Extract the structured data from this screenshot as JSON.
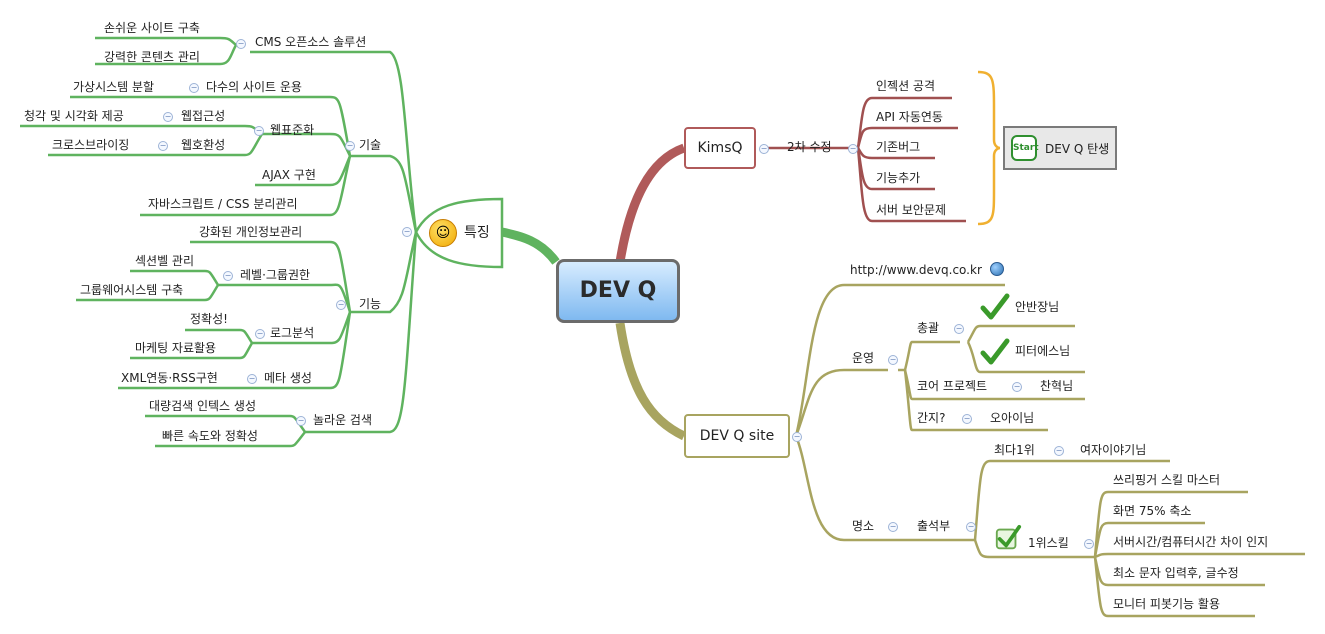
{
  "center": {
    "label": "DEV Q"
  },
  "kimsq": {
    "label": "KimsQ",
    "sub": "2차 수정",
    "items": [
      "인젝션 공격",
      "API 자동연동",
      "기존버그",
      "기능추가",
      "서버 보안문제"
    ],
    "callout": {
      "icon": "start-icon",
      "icon_text": "Start",
      "label": "DEV Q 탄생"
    }
  },
  "site": {
    "label": "DEV Q site",
    "url": "http://www.devq.co.kr",
    "url_icon": "globe-icon",
    "ops": {
      "label": "운영",
      "chief": {
        "label": "총괄",
        "people": [
          "안반장님",
          "피터에스님"
        ]
      },
      "core": {
        "label": "코어 프로젝트",
        "person": "찬혁님"
      },
      "ganji": {
        "label": "간지?",
        "person": "오아이님"
      }
    },
    "famous": {
      "label": "명소",
      "attendance": {
        "label": "출석부",
        "top": {
          "label": "최다1위",
          "person": "여자이야기님"
        },
        "skill": {
          "label": "1위스킬",
          "items": [
            "쓰리핑거 스킬 마스터",
            "화면 75% 축소",
            "서버시간/컴퓨터시간 차이 인지",
            "최소 문자 입력후, 글수정",
            "모니터 피봇기능 활용"
          ]
        }
      }
    }
  },
  "features": {
    "label": "특징",
    "icon": "smiley-icon",
    "cms": {
      "label": "CMS 오픈소스 솔루션",
      "items": [
        "손쉬운 사이트 구축",
        "강력한 콘텐츠 관리"
      ]
    },
    "tech": {
      "label": "기술",
      "multi": {
        "label": "다수의 사이트 운용",
        "item": "가상시스템 분할"
      },
      "web": {
        "label": "웹표준화",
        "access": {
          "label": "웹접근성",
          "item": "청각 및 시각화 제공"
        },
        "compat": {
          "label": "웹호환성",
          "item": "크로스브라이징"
        }
      },
      "ajax": "AJAX 구현",
      "js": "자바스크립트 / CSS 분리관리"
    },
    "func": {
      "label": "기능",
      "privacy": "강화된 개인정보관리",
      "level": {
        "label": "레벨·그룹권한",
        "items": [
          "섹션벨 관리",
          "그룹웨어시스템 구축"
        ]
      },
      "log": {
        "label": "로그분석",
        "items": [
          "정확성!",
          "마케팅 자료활용"
        ]
      },
      "meta": {
        "label": "메타 생성",
        "item": "XML연동·RSS구현"
      }
    },
    "search": {
      "label": "놀라운 검색",
      "items": [
        "대량검색 인텍스 생성",
        "빠른 속도와 정확성"
      ]
    }
  },
  "colors": {
    "kimsq": "#b05a5a",
    "site": "#a8a460",
    "features": "#5fb35f"
  }
}
